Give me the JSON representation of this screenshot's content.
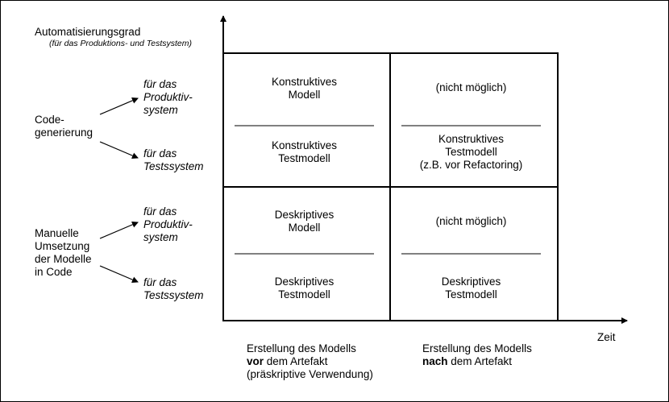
{
  "y_axis": {
    "title": "Automatisierungsgrad",
    "subtitle": "(für das Produktions- und Testsystem)"
  },
  "x_axis": {
    "label": "Zeit",
    "col1": {
      "line1": "Erstellung des Modells",
      "bold": "vor",
      "rest": " dem Artefakt",
      "line3": "(präskriptive Verwendung)"
    },
    "col2": {
      "line1": "Erstellung des Modells",
      "bold": "nach",
      "rest": " dem Artefakt"
    }
  },
  "rows": {
    "codegen": {
      "label_line1": "Code-",
      "label_line2": "generierung",
      "target1": [
        "für das",
        "Produktiv-",
        "system"
      ],
      "target2": [
        "für das",
        "Testssystem"
      ]
    },
    "manual": {
      "label": [
        "Manuelle",
        "Umsetzung",
        "der Modelle",
        "in Code"
      ],
      "target1": [
        "für das",
        "Produktiv-",
        "system"
      ],
      "target2": [
        "für das",
        "Testssystem"
      ]
    }
  },
  "cells": {
    "tl": {
      "top": [
        "Konstruktives",
        "Modell"
      ],
      "bottom": [
        "Konstruktives",
        "Testmodell"
      ]
    },
    "tr": {
      "top": [
        "(nicht möglich)"
      ],
      "bottom": [
        "Konstruktives",
        "Testmodell",
        "(z.B. vor Refactoring)"
      ]
    },
    "bl": {
      "top": [
        "Deskriptives",
        "Modell"
      ],
      "bottom": [
        "Deskriptives",
        "Testmodell"
      ]
    },
    "br": {
      "top": [
        "(nicht möglich)"
      ],
      "bottom": [
        "Deskriptives",
        "Testmodell"
      ]
    }
  }
}
